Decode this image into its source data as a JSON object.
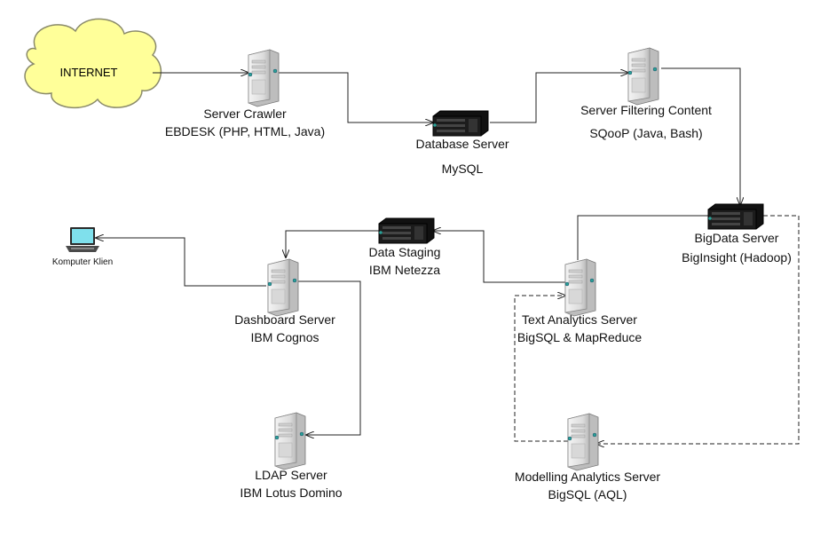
{
  "cloud": {
    "label": "INTERNET"
  },
  "nodes": {
    "crawler": {
      "line1": "Server Crawler",
      "line2": "EBDESK (PHP, HTML, Java)"
    },
    "database": {
      "line1": "Database Server",
      "line2": "MySQL"
    },
    "filtering": {
      "line1": "Server Filtering Content",
      "line2": "SQooP (Java, Bash)"
    },
    "bigdata": {
      "line1": "BigData Server",
      "line2": "BigInsight (Hadoop)"
    },
    "staging": {
      "line1": "Data Staging",
      "line2": "IBM Netezza"
    },
    "text": {
      "line1": "Text Analytics Server",
      "line2": "BigSQL & MapReduce"
    },
    "dashboard": {
      "line1": "Dashboard Server",
      "line2": "IBM Cognos"
    },
    "ldap": {
      "line1": "LDAP Server",
      "line2": "IBM Lotus Domino"
    },
    "modelling": {
      "line1": "Modelling Analytics Server",
      "line2": "BigSQL (AQL)"
    },
    "client": {
      "line1": "Komputer Klien"
    }
  },
  "colors": {
    "cloud_fill": "#ffff99",
    "cloud_stroke": "#888866",
    "tower_body": "#e6e6e6",
    "rack_body": "#1b1b1b",
    "connector": "#222222",
    "port": "#2aa198"
  }
}
